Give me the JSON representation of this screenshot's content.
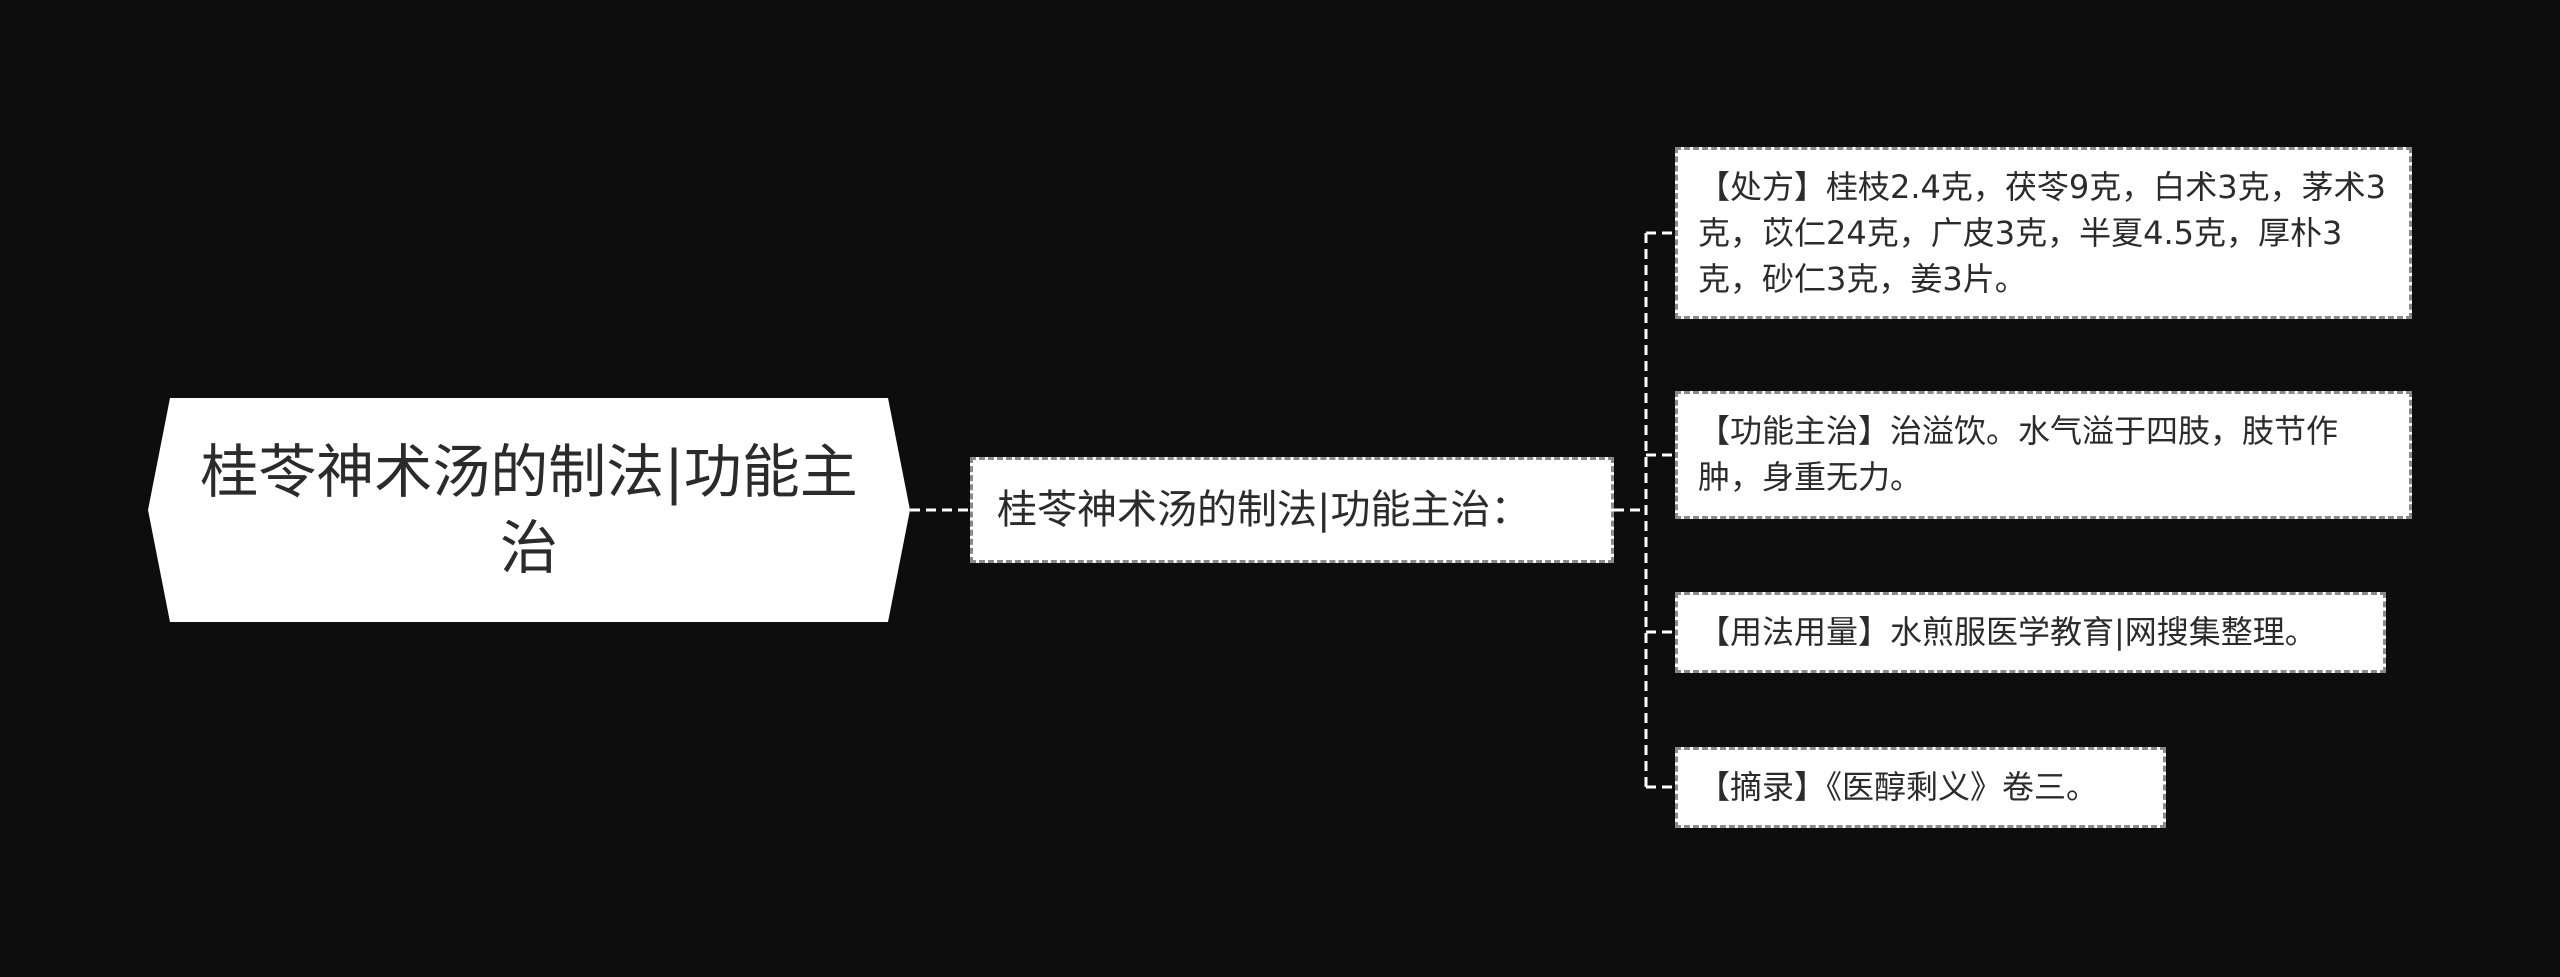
{
  "root": {
    "label": "桂苓神术汤的制法|功能主治"
  },
  "mid": {
    "label": "桂苓神术汤的制法|功能主治："
  },
  "leaves": [
    {
      "label": "【处方】桂枝2.4克，茯苓9克，白术3克，茅术3克，苡仁24克，广皮3克，半夏4.5克，厚朴3克，砂仁3克，姜3片。"
    },
    {
      "label": "【功能主治】治溢饮。水气溢于四肢，肢节作肿，身重无力。"
    },
    {
      "label": "【用法用量】水煎服医学教育|网搜集整理。"
    },
    {
      "label": "【摘录】《医醇剩义》卷三。"
    }
  ],
  "colors": {
    "background": "#0d0d0d",
    "node_fill": "#ffffff",
    "node_border": "#8a8a8a",
    "connector": "#ffffff",
    "text": "#2b2b2b"
  }
}
